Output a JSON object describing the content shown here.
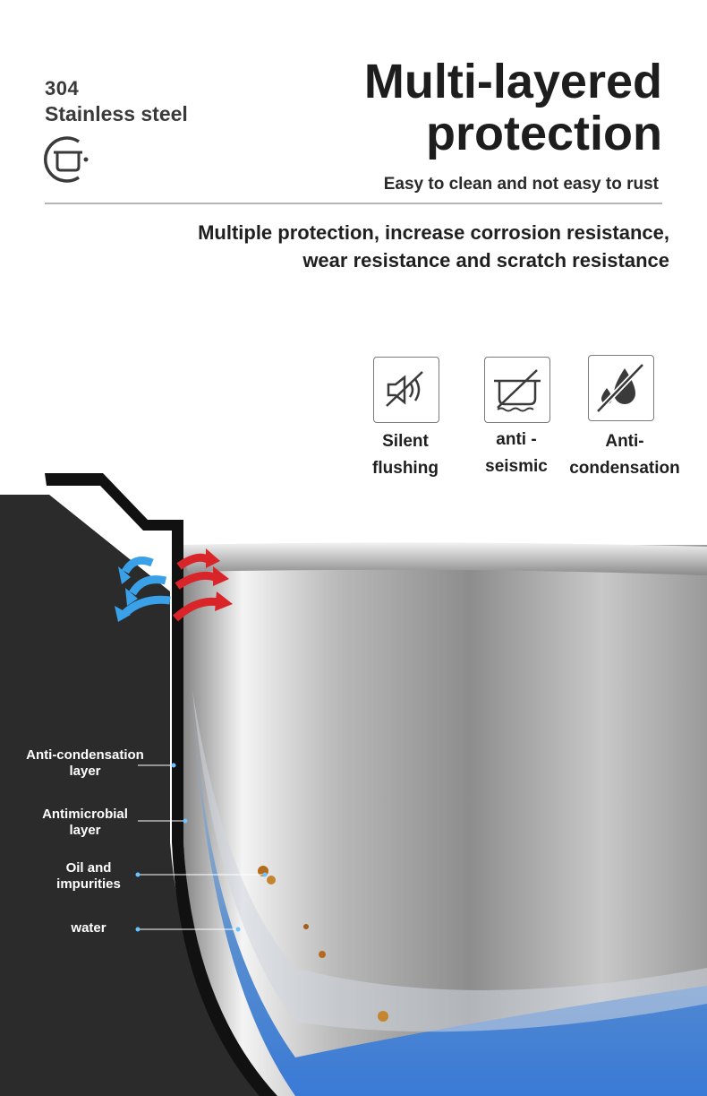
{
  "badge": {
    "number": "304",
    "material": "Stainless steel",
    "icon": "pot-material-icon"
  },
  "header": {
    "title_line1": "Multi-layered",
    "title_line2": "protection",
    "subtitle": "Easy to clean and not easy to rust"
  },
  "lead": {
    "line1": "Multiple protection, increase corrosion resistance,",
    "line2": "wear resistance and scratch resistance"
  },
  "features": [
    {
      "icon": "muted-speaker-icon",
      "line1": "Silent",
      "line2": "flushing"
    },
    {
      "icon": "no-vibration-pot-icon",
      "line1": "anti -",
      "line2": "seismic"
    },
    {
      "icon": "no-water-drop-icon",
      "line1": "Anti-",
      "line2": "condensation"
    }
  ],
  "layers": [
    {
      "line1": "Anti-condensation",
      "line2": "layer"
    },
    {
      "line1": "Antimicrobial",
      "line2": "layer"
    },
    {
      "line1": "Oil and",
      "line2": "impurities"
    },
    {
      "line1": "water",
      "line2": ""
    }
  ],
  "colors": {
    "accent_blue": "#3aa0e8",
    "accent_red": "#d9252a",
    "text_dark": "#1d1d1d",
    "insulation": "#2b2b2b"
  }
}
